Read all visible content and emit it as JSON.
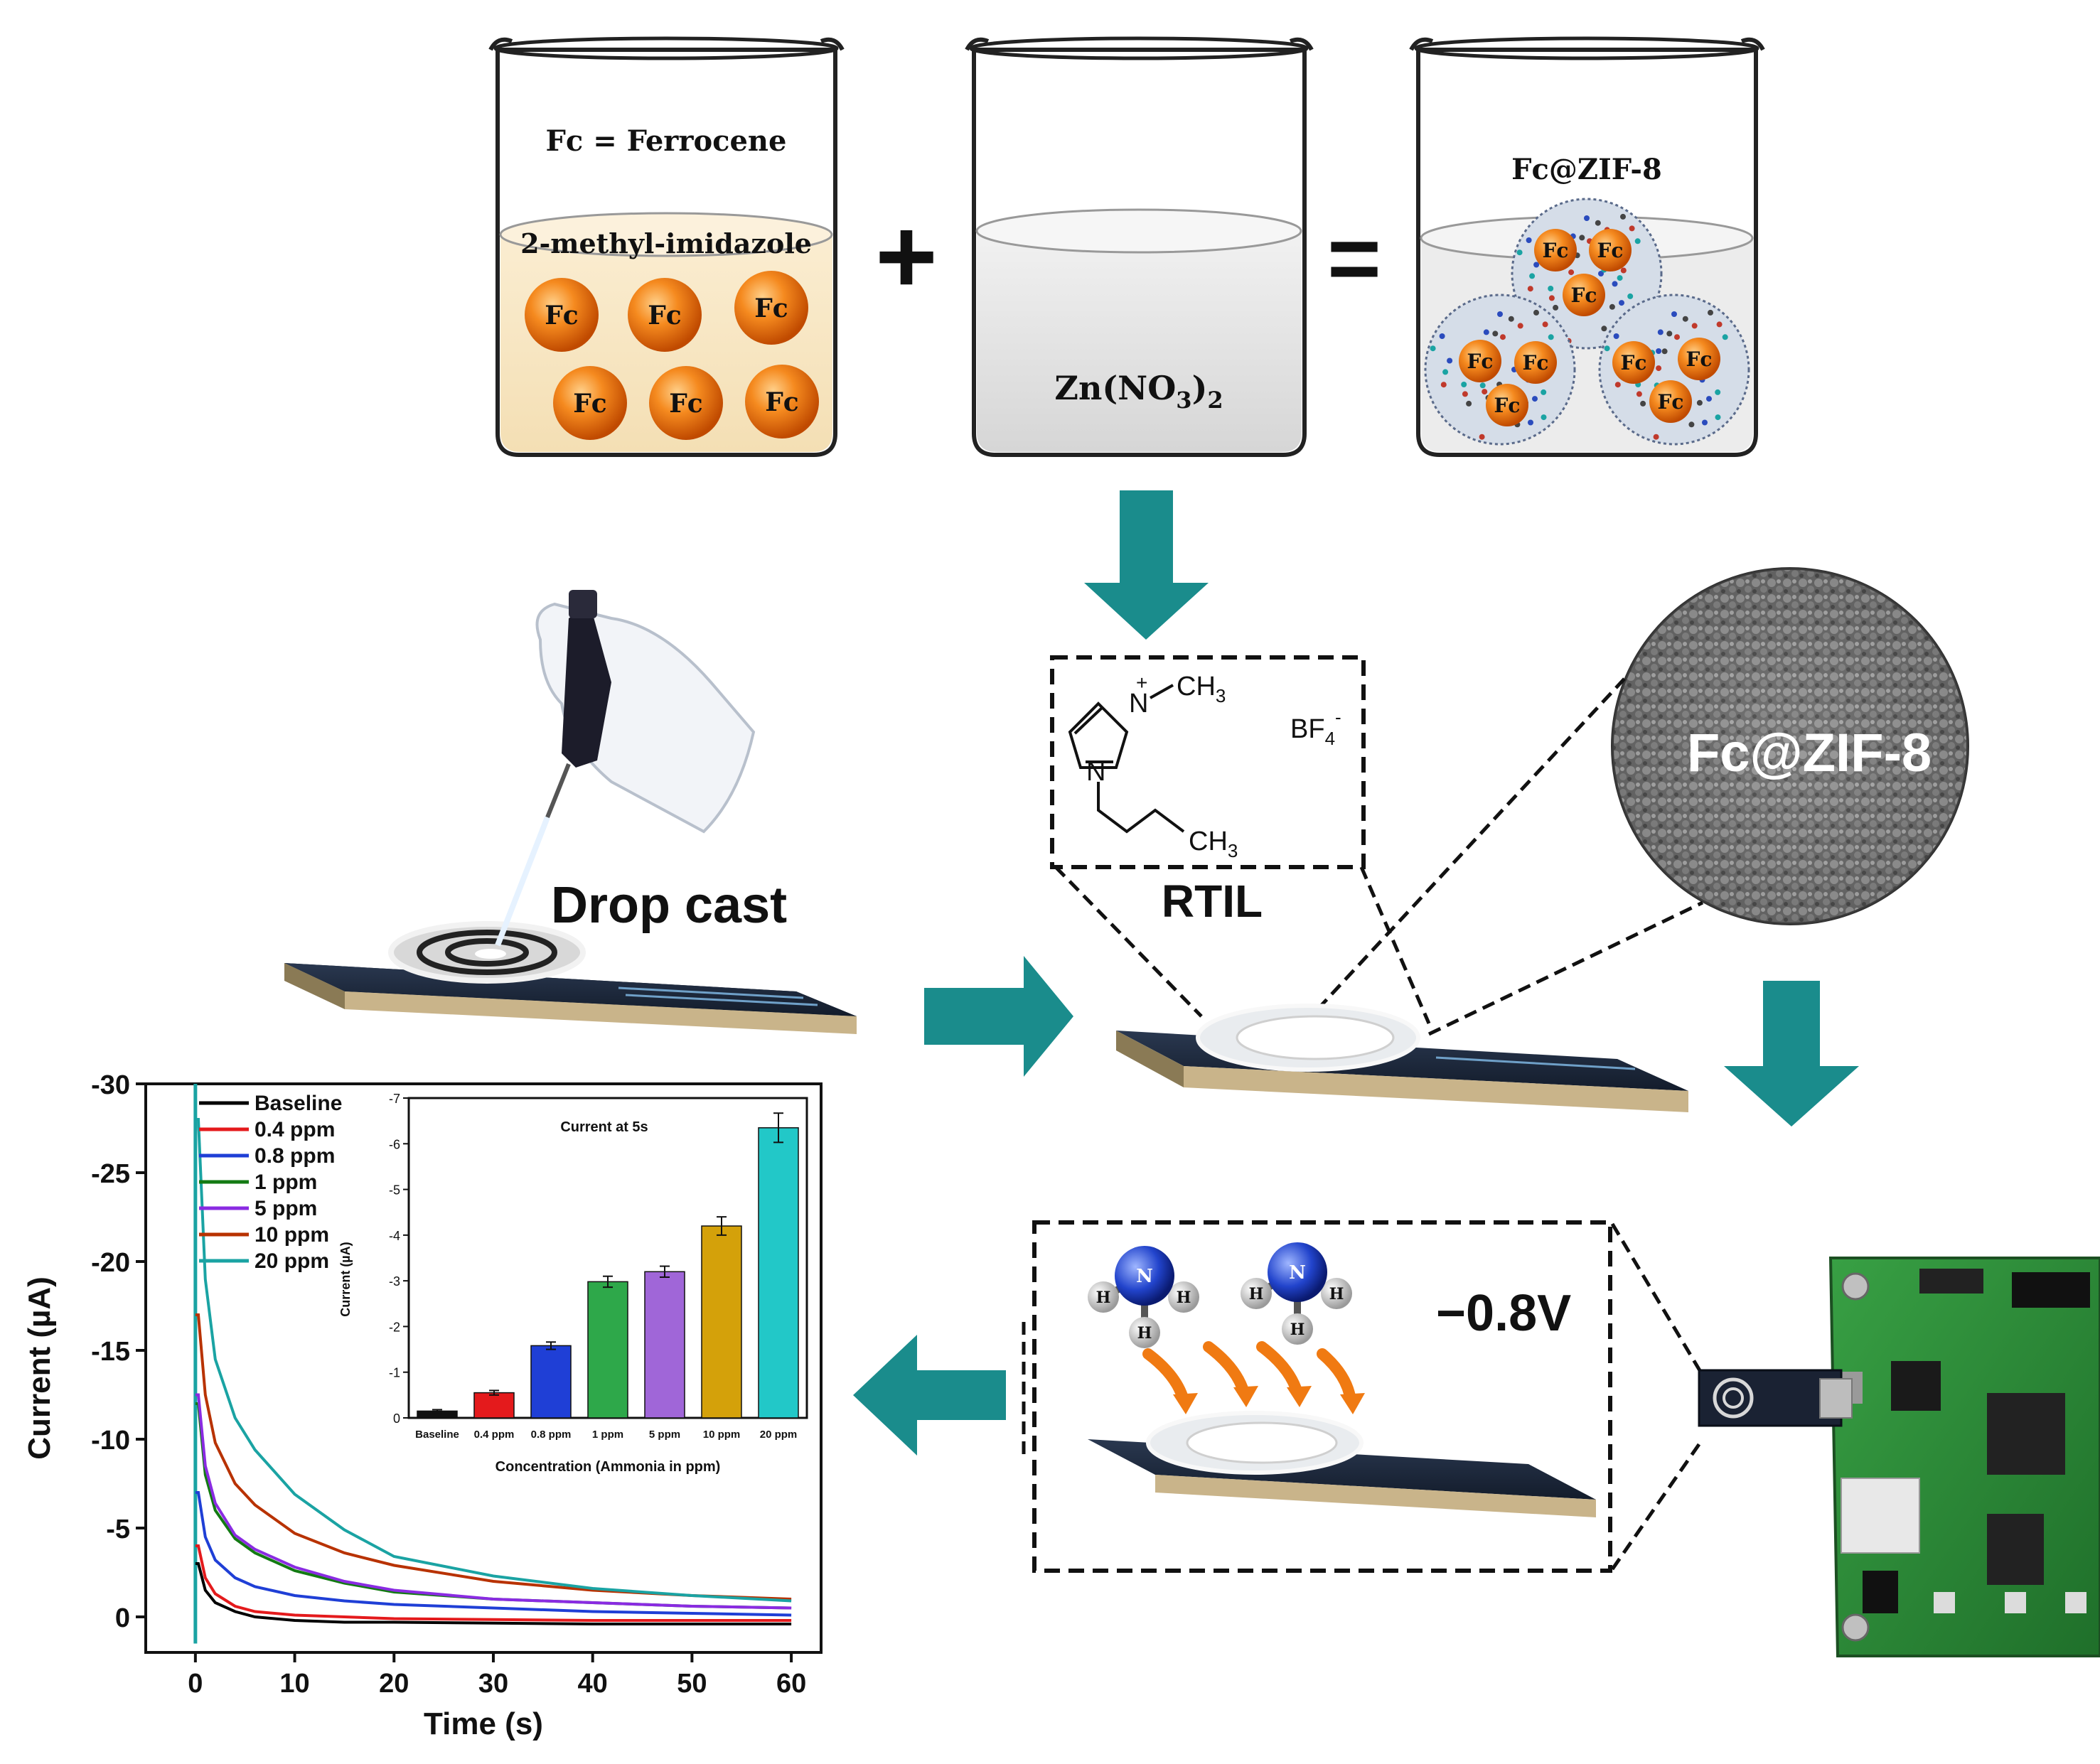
{
  "beakers": {
    "left": {
      "top_label": "Fc = Ferrocene",
      "liquid_label": "2-methyl-imidazole",
      "particle_label": "Fc"
    },
    "middle": {
      "liquid_label_main": "Zn(NO",
      "liquid_label_sub1": "3",
      "liquid_label_close": ")",
      "liquid_label_sub2": "2"
    },
    "right": {
      "top_label": "Fc@ZIF-8",
      "particle_label": "Fc"
    },
    "operators": {
      "plus": "+",
      "equals": "="
    }
  },
  "rtil": {
    "label": "RTIL",
    "anion_main": "BF",
    "anion_sub": "4",
    "anion_sup": "-",
    "methyl_main": "CH",
    "methyl_sub": "3",
    "butyl_main": "CH",
    "butyl_sub": "3",
    "atom_n1": "N",
    "atom_n2": "N",
    "charge": "+"
  },
  "sem": {
    "label": "Fc@ZIF-8"
  },
  "drop_cast": {
    "label": "Drop cast"
  },
  "detection": {
    "voltage": "−0.8V",
    "atom_n": "N",
    "atom_h": "H"
  },
  "colors": {
    "teal_arrow": "#1a8c8c",
    "fc_orange": "#f07a12",
    "electrode_dark": "#1e2a3c",
    "pcb_green": "#2f8f3a",
    "sem_gray": "#6f6f6f",
    "nitrogen_blue": "#2244cc"
  },
  "main_chart": {
    "xlabel": "Time (s)",
    "ylabel": "Current (µA)",
    "x_ticks": [
      "0",
      "10",
      "20",
      "30",
      "40",
      "50",
      "60"
    ],
    "y_ticks": [
      "-30",
      "-25",
      "-20",
      "-15",
      "-10",
      "-5",
      "0"
    ]
  },
  "inset_chart": {
    "title": "Current at 5s",
    "xlabel": "Concentration (Ammonia in ppm)",
    "ylabel": "Current (µA)",
    "y_ticks": [
      "-7",
      "-6",
      "-5",
      "-4",
      "-3",
      "-2",
      "-1",
      "0"
    ]
  },
  "chart_data": [
    {
      "type": "line",
      "xlabel": "Time (s)",
      "ylabel": "Current (µA)",
      "xlim": [
        -5,
        63
      ],
      "ylim": [
        2,
        -30
      ],
      "y_inverted": true,
      "legend_position": "top-left",
      "x": [
        0.3,
        1,
        2,
        4,
        6,
        10,
        15,
        20,
        30,
        40,
        50,
        60
      ],
      "series": [
        {
          "name": "Baseline",
          "color": "#000000",
          "values": [
            -3,
            -1.5,
            -0.8,
            -0.3,
            0.0,
            0.2,
            0.3,
            0.3,
            0.35,
            0.4,
            0.4,
            0.4
          ]
        },
        {
          "name": "0.4 ppm",
          "color": "#e41a1c",
          "values": [
            -4,
            -2.2,
            -1.3,
            -0.6,
            -0.3,
            -0.1,
            0.0,
            0.1,
            0.15,
            0.2,
            0.2,
            0.2
          ]
        },
        {
          "name": "0.8 ppm",
          "color": "#1f3fd6",
          "values": [
            -7,
            -4.5,
            -3.2,
            -2.2,
            -1.7,
            -1.2,
            -0.9,
            -0.7,
            -0.5,
            -0.3,
            -0.2,
            -0.1
          ]
        },
        {
          "name": "1 ppm",
          "color": "#137a13",
          "values": [
            -12,
            -8,
            -6,
            -4.4,
            -3.6,
            -2.6,
            -1.9,
            -1.4,
            -1.0,
            -0.8,
            -0.6,
            -0.5
          ]
        },
        {
          "name": "5 ppm",
          "color": "#8a2be2",
          "values": [
            -12.5,
            -8.5,
            -6.4,
            -4.6,
            -3.8,
            -2.8,
            -2.0,
            -1.5,
            -1.0,
            -0.8,
            -0.6,
            -0.5
          ]
        },
        {
          "name": "10 ppm",
          "color": "#b83200",
          "values": [
            -17,
            -12.5,
            -9.8,
            -7.5,
            -6.3,
            -4.7,
            -3.6,
            -2.9,
            -2.0,
            -1.5,
            -1.2,
            -1.0
          ]
        },
        {
          "name": "20 ppm",
          "color": "#1aa3a3",
          "values": [
            -28,
            -19,
            -14.5,
            -11.2,
            -9.4,
            -6.9,
            -4.9,
            -3.4,
            -2.3,
            -1.6,
            -1.2,
            -0.9
          ]
        }
      ]
    },
    {
      "type": "bar",
      "title": "Current at 5s",
      "xlabel": "Concentration (Ammonia in ppm)",
      "ylabel": "Current (µA)",
      "ylim": [
        0,
        -7
      ],
      "y_inverted": true,
      "categories": [
        "Baseline",
        "0.4 ppm",
        "0.8 ppm",
        "1 ppm",
        "5 ppm",
        "10 ppm",
        "20 ppm"
      ],
      "values": [
        -0.15,
        -0.55,
        -1.58,
        -2.98,
        -3.2,
        -4.2,
        -6.35
      ],
      "errors": [
        0.03,
        0.05,
        0.08,
        0.12,
        0.12,
        0.2,
        0.32
      ],
      "colors": [
        "#111111",
        "#e41a1c",
        "#1f3fd6",
        "#2ea84a",
        "#a066d8",
        "#d4a10a",
        "#22c8c8"
      ]
    }
  ]
}
